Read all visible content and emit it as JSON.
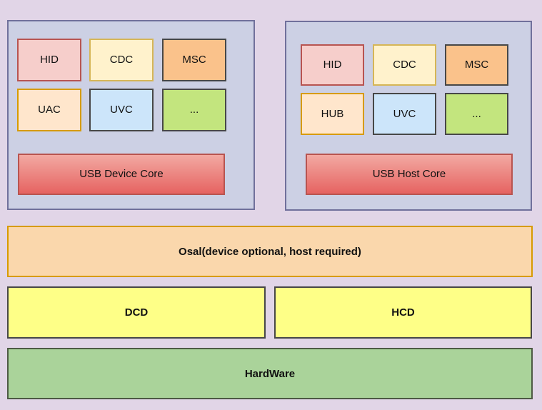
{
  "colors": {
    "page-bg": "#e1d5e7",
    "panel-fill": "#ccd0e4",
    "panel-border": "#70709b",
    "red-fill": "#f6cecb",
    "red-border": "#b85450",
    "cream-fill": "#fff2cc",
    "cream-border": "#d6b656",
    "orange-fill": "#fac28b",
    "peach-fill": "#ffe6cc",
    "peach-border": "#d79b00",
    "blue-fill": "#cce5fa",
    "green-fill": "#c3e57e",
    "gray-border": "#474747",
    "core-top": "#f2a9a2",
    "core-bottom": "#e66361",
    "core-border": "#b85450",
    "osal-fill": "#fad7ac",
    "osal-border": "#d79b00",
    "yellow-fill": "#feff87",
    "hw-fill": "#aad39a",
    "hw-border": "#4d5a44",
    "text": "#111111"
  },
  "panels": [
    {
      "name": "device",
      "classes": [
        {
          "label": "HID"
        },
        {
          "label": "CDC"
        },
        {
          "label": "MSC"
        },
        {
          "label": "UAC"
        },
        {
          "label": "UVC"
        },
        {
          "label": "..."
        }
      ],
      "core_label": "USB Device Core"
    },
    {
      "name": "host",
      "classes": [
        {
          "label": "HID"
        },
        {
          "label": "CDC"
        },
        {
          "label": "MSC"
        },
        {
          "label": "HUB"
        },
        {
          "label": "UVC"
        },
        {
          "label": "..."
        }
      ],
      "core_label": "USB Host Core"
    }
  ],
  "layers": {
    "osal": "Osal(device optional, host required)",
    "dcd": "DCD",
    "hcd": "HCD",
    "hardware": "HardWare"
  }
}
